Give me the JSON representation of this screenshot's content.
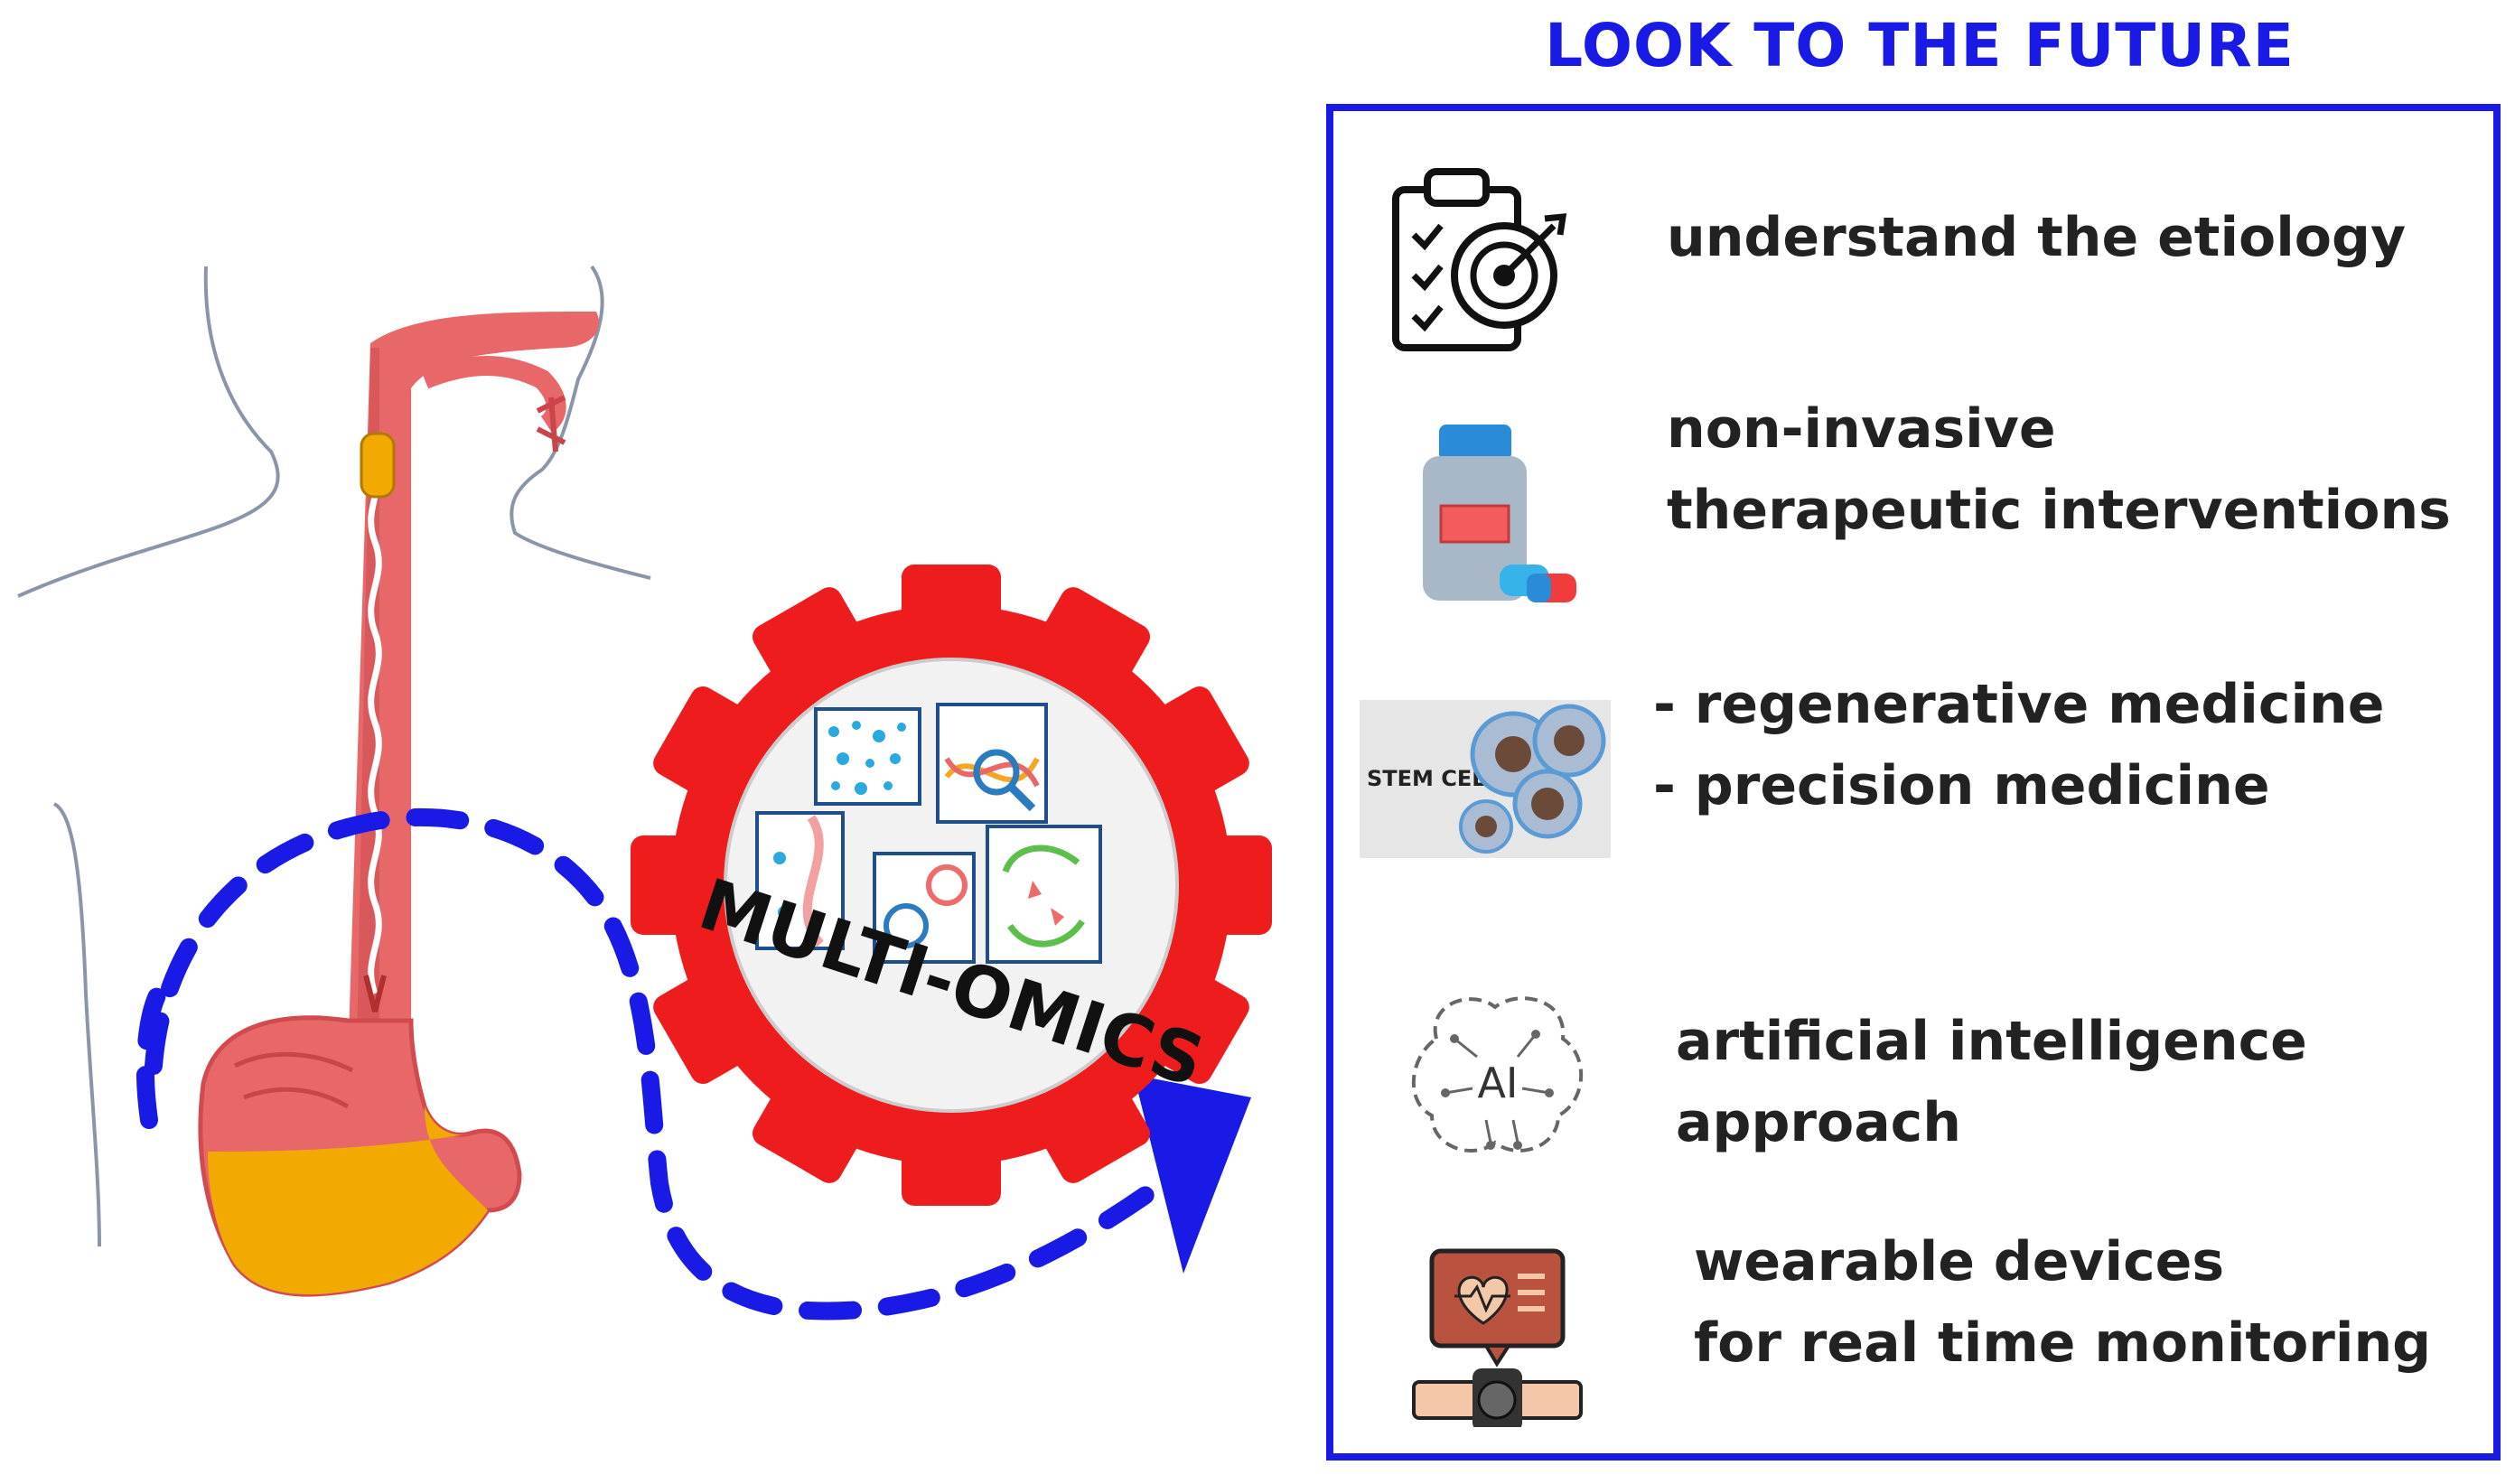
{
  "title": "LOOK TO THE FUTURE",
  "colors": {
    "title": "#1a1ae6",
    "box_border": "#1a1ae6",
    "arrow": "#1a1ae6",
    "gear": "#ee1c1c",
    "esophagus": "#e8686a",
    "stomach_fill": "#f2a900"
  },
  "center": {
    "label": "MULTI-OMICS"
  },
  "future_items": [
    {
      "icon": "clipboard-target-icon",
      "lines": [
        "understand the etiology"
      ]
    },
    {
      "icon": "medicine-bottle-icon",
      "lines": [
        "non-invasive",
        "therapeutic interventions"
      ]
    },
    {
      "icon": "stem-cells-icon",
      "icon_label": "STEM CELLS",
      "lines": [
        "- regenerative medicine",
        "- precision medicine"
      ]
    },
    {
      "icon": "ai-brain-icon",
      "icon_label": "AI",
      "lines": [
        "artificial intelligence",
        "approach"
      ]
    },
    {
      "icon": "wearable-device-icon",
      "lines": [
        "wearable devices",
        "for real time monitoring"
      ]
    }
  ]
}
